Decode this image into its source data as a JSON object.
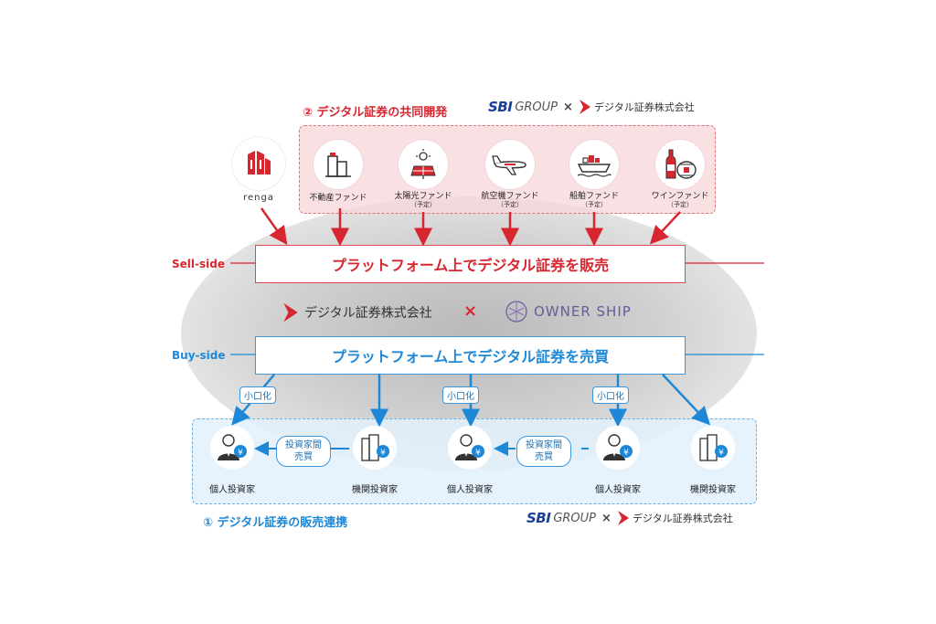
{
  "top_section": {
    "title": "② デジタル証券の共同開発",
    "brand": {
      "sbi": "SBI",
      "group": "GROUP",
      "times": "×",
      "company": "デジタル証券株式会社"
    },
    "funds": [
      {
        "label": "不動産ファンド",
        "note": ""
      },
      {
        "label": "太陽光ファンド",
        "note": "（予定）"
      },
      {
        "label": "航空機ファンド",
        "note": "（予定）"
      },
      {
        "label": "船舶ファンド",
        "note": "（予定）"
      },
      {
        "label": "ワインファンド",
        "note": "（予定）"
      }
    ]
  },
  "renga": {
    "label": "renga"
  },
  "sell_side": {
    "label": "Sell-side",
    "bar_text": "プラットフォーム上でデジタル証券を販売"
  },
  "middle_brand": {
    "company": "デジタル証券株式会社",
    "times": "×",
    "partner": "OWNER SHIP"
  },
  "buy_side": {
    "label": "Buy-side",
    "bar_text": "プラットフォーム上でデジタル証券を売買"
  },
  "pills": {
    "small_lot": "小口化",
    "inter_investor": "投資家間\n売買"
  },
  "investors": [
    {
      "label": "個人投資家"
    },
    {
      "label": "機関投資家"
    },
    {
      "label": "個人投資家"
    },
    {
      "label": "個人投資家"
    },
    {
      "label": "機関投資家"
    }
  ],
  "bottom_section": {
    "title": "① デジタル証券の販売連携",
    "brand": {
      "sbi": "SBI",
      "group": "GROUP",
      "times": "×",
      "company": "デジタル証券株式会社"
    }
  },
  "colors": {
    "red": "#d7262f",
    "blue": "#1e88d8",
    "sbi_blue": "#1a3f9a"
  }
}
